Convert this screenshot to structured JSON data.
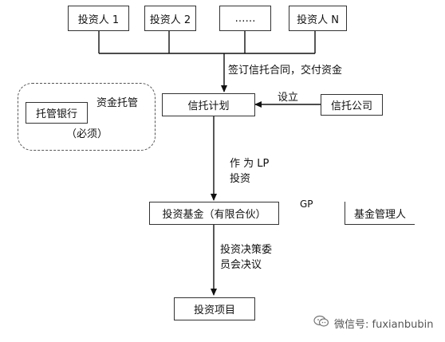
{
  "investors": [
    "投资人 1",
    "投资人 2",
    "……",
    "投资人 N"
  ],
  "label_sign": "签订信托合同，交付资金",
  "custody": {
    "bank": "托管银行",
    "label": "资金托管",
    "note": "（必须）"
  },
  "trust_plan": "信托计划",
  "trust_company": "信托公司",
  "label_establish": "设立",
  "label_as_lp_1": "作 为  LP",
  "label_as_lp_2": "投资",
  "fund": "投资基金（有限合伙）",
  "label_gp": "GP",
  "fund_manager": "基金管理人",
  "label_decision_1": "投资决策委",
  "label_decision_2": "员会决议",
  "project": "投资项目",
  "watermark": "微信号: fuxianbubin"
}
